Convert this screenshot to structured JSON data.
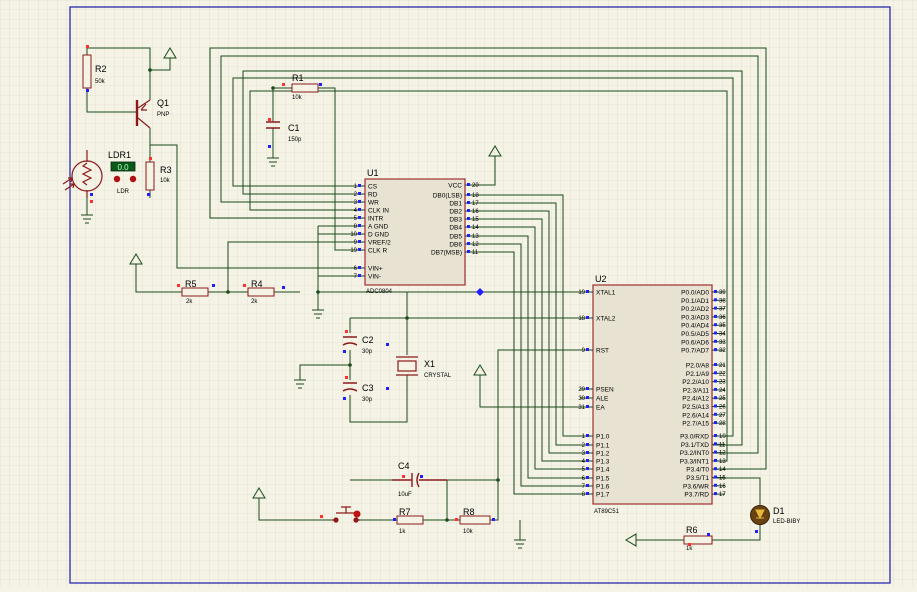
{
  "colors": {
    "background": "#f4f3e6",
    "grid": "#d8d7c8",
    "border": "#1a1aa8",
    "wire": "#1a4a1a",
    "part": "#8c1a1a",
    "chip_fill": "#e8e2d2",
    "chip_border": "#a03030",
    "pin_blue": "#2020ff",
    "pin_red": "#ff3030",
    "text": "#000000"
  },
  "components": {
    "R2": {
      "ref": "R2",
      "value": "50k"
    },
    "Q1": {
      "ref": "Q1",
      "value": "PNP"
    },
    "LDR1": {
      "ref": "LDR1",
      "value": "LDR",
      "display": "0.0"
    },
    "R3": {
      "ref": "R3",
      "value": "10k"
    },
    "R1": {
      "ref": "R1",
      "value": "10k"
    },
    "C1": {
      "ref": "C1",
      "value": "150p"
    },
    "R5": {
      "ref": "R5",
      "value": "2k"
    },
    "R4": {
      "ref": "R4",
      "value": "2k"
    },
    "C2": {
      "ref": "C2",
      "value": "30p"
    },
    "C3": {
      "ref": "C3",
      "value": "30p"
    },
    "X1": {
      "ref": "X1",
      "value": "CRYSTAL"
    },
    "C4": {
      "ref": "C4",
      "value": "10uF"
    },
    "R7": {
      "ref": "R7",
      "value": "1k"
    },
    "R8": {
      "ref": "R8",
      "value": "10k"
    },
    "R6": {
      "ref": "R6",
      "value": "1k"
    },
    "D1": {
      "ref": "D1",
      "value": "LED-BIBY"
    }
  },
  "u1": {
    "ref": "U1",
    "part": "ADC0804",
    "left_pins": [
      {
        "num": "1",
        "name": "CS"
      },
      {
        "num": "2",
        "name": "RD"
      },
      {
        "num": "3",
        "name": "WR"
      },
      {
        "num": "4",
        "name": "CLK IN"
      },
      {
        "num": "5",
        "name": "INTR"
      },
      {
        "num": "8",
        "name": "A GND"
      },
      {
        "num": "10",
        "name": "D GND"
      },
      {
        "num": "9",
        "name": "VREF/2"
      },
      {
        "num": "19",
        "name": "CLK R"
      },
      {
        "num": "6",
        "name": "VIN+"
      },
      {
        "num": "7",
        "name": "VIN-"
      }
    ],
    "right_pins": [
      {
        "num": "20",
        "name": "VCC"
      },
      {
        "num": "18",
        "name": "DB0(LSB)"
      },
      {
        "num": "17",
        "name": "DB1"
      },
      {
        "num": "16",
        "name": "DB2"
      },
      {
        "num": "15",
        "name": "DB3"
      },
      {
        "num": "14",
        "name": "DB4"
      },
      {
        "num": "13",
        "name": "DB5"
      },
      {
        "num": "12",
        "name": "DB6"
      },
      {
        "num": "11",
        "name": "DB7(MSB)"
      }
    ]
  },
  "u2": {
    "ref": "U2",
    "part": "AT89C51",
    "left_pins": [
      {
        "num": "19",
        "name": "XTAL1"
      },
      {
        "num": "18",
        "name": "XTAL2"
      },
      {
        "num": "9",
        "name": "RST"
      },
      {
        "num": "29",
        "name": "PSEN"
      },
      {
        "num": "30",
        "name": "ALE"
      },
      {
        "num": "31",
        "name": "EA"
      },
      {
        "num": "1",
        "name": "P1.0"
      },
      {
        "num": "2",
        "name": "P1.1"
      },
      {
        "num": "3",
        "name": "P1.2"
      },
      {
        "num": "4",
        "name": "P1.3"
      },
      {
        "num": "5",
        "name": "P1.4"
      },
      {
        "num": "6",
        "name": "P1.5"
      },
      {
        "num": "7",
        "name": "P1.6"
      },
      {
        "num": "8",
        "name": "P1.7"
      }
    ],
    "right_pins": [
      {
        "num": "39",
        "name": "P0.0/AD0"
      },
      {
        "num": "38",
        "name": "P0.1/AD1"
      },
      {
        "num": "37",
        "name": "P0.2/AD2"
      },
      {
        "num": "36",
        "name": "P0.3/AD3"
      },
      {
        "num": "35",
        "name": "P0.4/AD4"
      },
      {
        "num": "34",
        "name": "P0.5/AD5"
      },
      {
        "num": "33",
        "name": "P0.6/AD6"
      },
      {
        "num": "32",
        "name": "P0.7/AD7"
      },
      {
        "num": "21",
        "name": "P2.0/A8"
      },
      {
        "num": "22",
        "name": "P2.1/A9"
      },
      {
        "num": "23",
        "name": "P2.2/A10"
      },
      {
        "num": "24",
        "name": "P2.3/A11"
      },
      {
        "num": "25",
        "name": "P2.4/A12"
      },
      {
        "num": "26",
        "name": "P2.5/A13"
      },
      {
        "num": "27",
        "name": "P2.6/A14"
      },
      {
        "num": "28",
        "name": "P2.7/A15"
      },
      {
        "num": "10",
        "name": "P3.0/RXD"
      },
      {
        "num": "11",
        "name": "P3.1/TXD"
      },
      {
        "num": "12",
        "name": "P3.2/INT0"
      },
      {
        "num": "13",
        "name": "P3.3/INT1"
      },
      {
        "num": "14",
        "name": "P3.4/T0"
      },
      {
        "num": "15",
        "name": "P3.5/T1"
      },
      {
        "num": "16",
        "name": "P3.6/WR"
      },
      {
        "num": "17",
        "name": "P3.7/RD"
      }
    ]
  }
}
